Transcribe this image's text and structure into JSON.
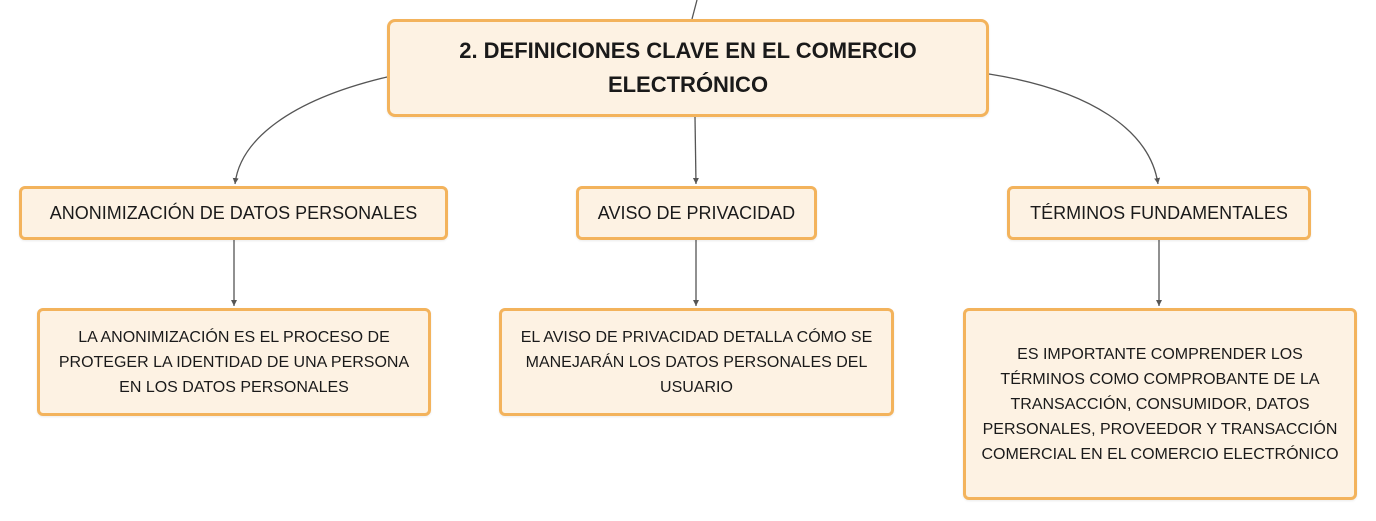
{
  "root": {
    "label": "2. DEFINICIONES CLAVE EN EL COMERCIO ELECTRÓNICO"
  },
  "topics": [
    {
      "label": "ANONIMIZACIÓN DE DATOS PERSONALES",
      "detail": "LA ANONIMIZACIÓN ES EL PROCESO DE PROTEGER LA IDENTIDAD DE UNA PERSONA EN LOS DATOS PERSONALES"
    },
    {
      "label": "AVISO DE PRIVACIDAD",
      "detail": "EL AVISO DE PRIVACIDAD DETALLA CÓMO SE MANEJARÁN LOS DATOS PERSONALES DEL USUARIO"
    },
    {
      "label": "TÉRMINOS FUNDAMENTALES",
      "detail": "ES IMPORTANTE COMPRENDER LOS TÉRMINOS COMO COMPROBANTE DE LA TRANSACCIÓN, CONSUMIDOR, DATOS PERSONALES, PROVEEDOR Y TRANSACCIÓN COMERCIAL EN EL COMERCIO ELECTRÓNICO"
    }
  ],
  "colors": {
    "node_fill": "#fdf2e3",
    "node_border": "#f3b35c",
    "connector": "#555555"
  }
}
